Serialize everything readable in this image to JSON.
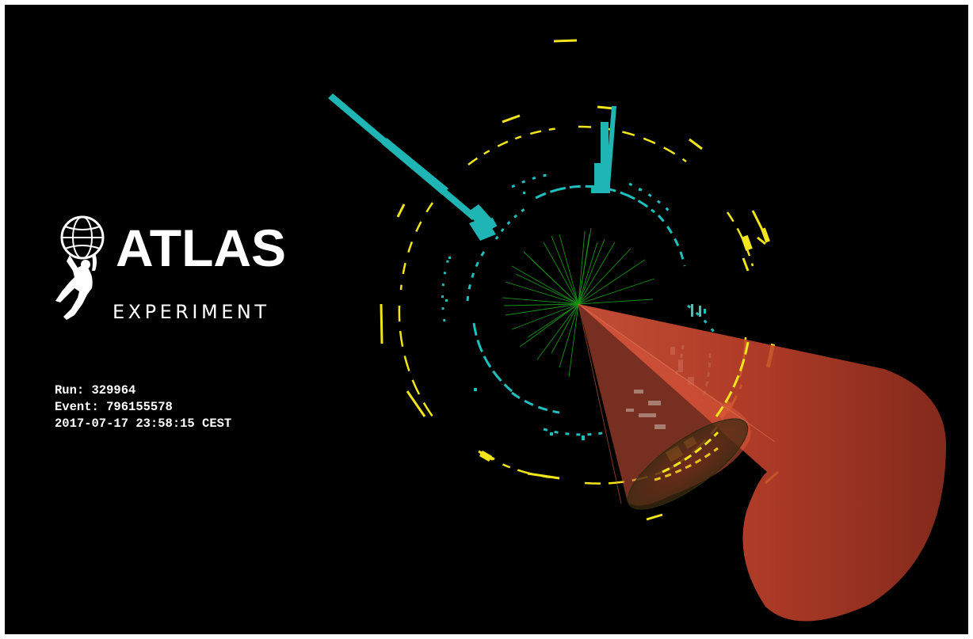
{
  "logo": {
    "wordmark": "ATLAS",
    "subtitle": "EXPERIMENT",
    "emblem_icon": "atlas-figure-holding-globe-icon"
  },
  "event_info": {
    "run": "Run: 329964",
    "event": "Event: 796155578",
    "datetime": "2017-07-17 23:58:15 CEST"
  },
  "colors": {
    "background": "#000000",
    "frame": "#ffffff",
    "calorimeter_deposits": "#f2e51c",
    "muon_chambers": "#1fc0c0",
    "tracks": "#1aa31a",
    "jet_cone": "#c2412a"
  }
}
